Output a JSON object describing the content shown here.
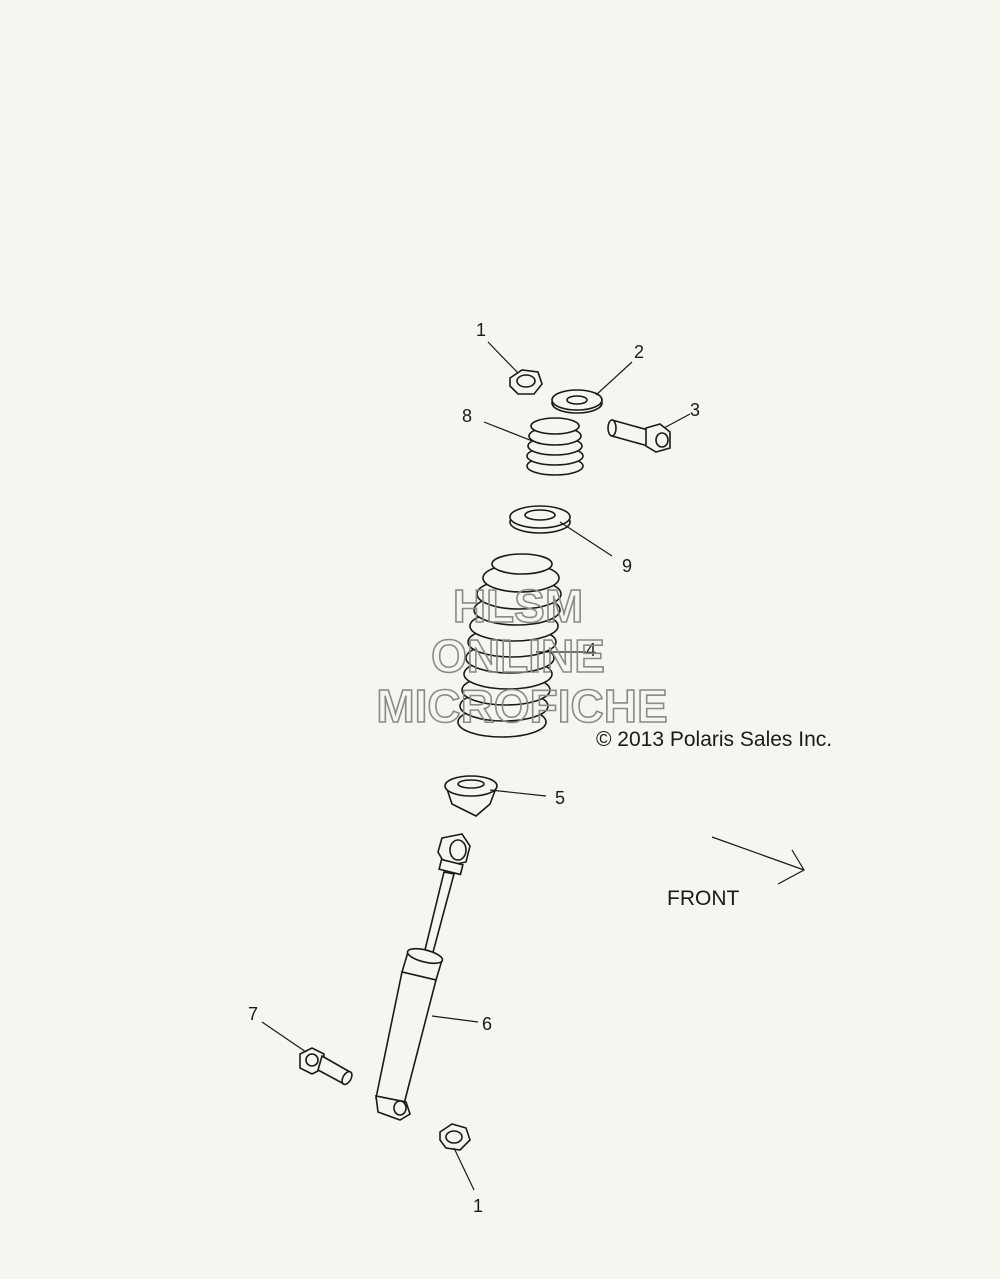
{
  "callouts": {
    "c1_top": "1",
    "c2": "2",
    "c3": "3",
    "c8": "8",
    "c9": "9",
    "c4": "4",
    "c5": "5",
    "c6": "6",
    "c7": "7",
    "c1_bottom": "1"
  },
  "copyright": "© 2013 Polaris Sales Inc.",
  "front_label": "FRONT",
  "watermark": {
    "line1": "HLSM",
    "line2": "ONLINE",
    "line3": "MICROFICHE"
  }
}
